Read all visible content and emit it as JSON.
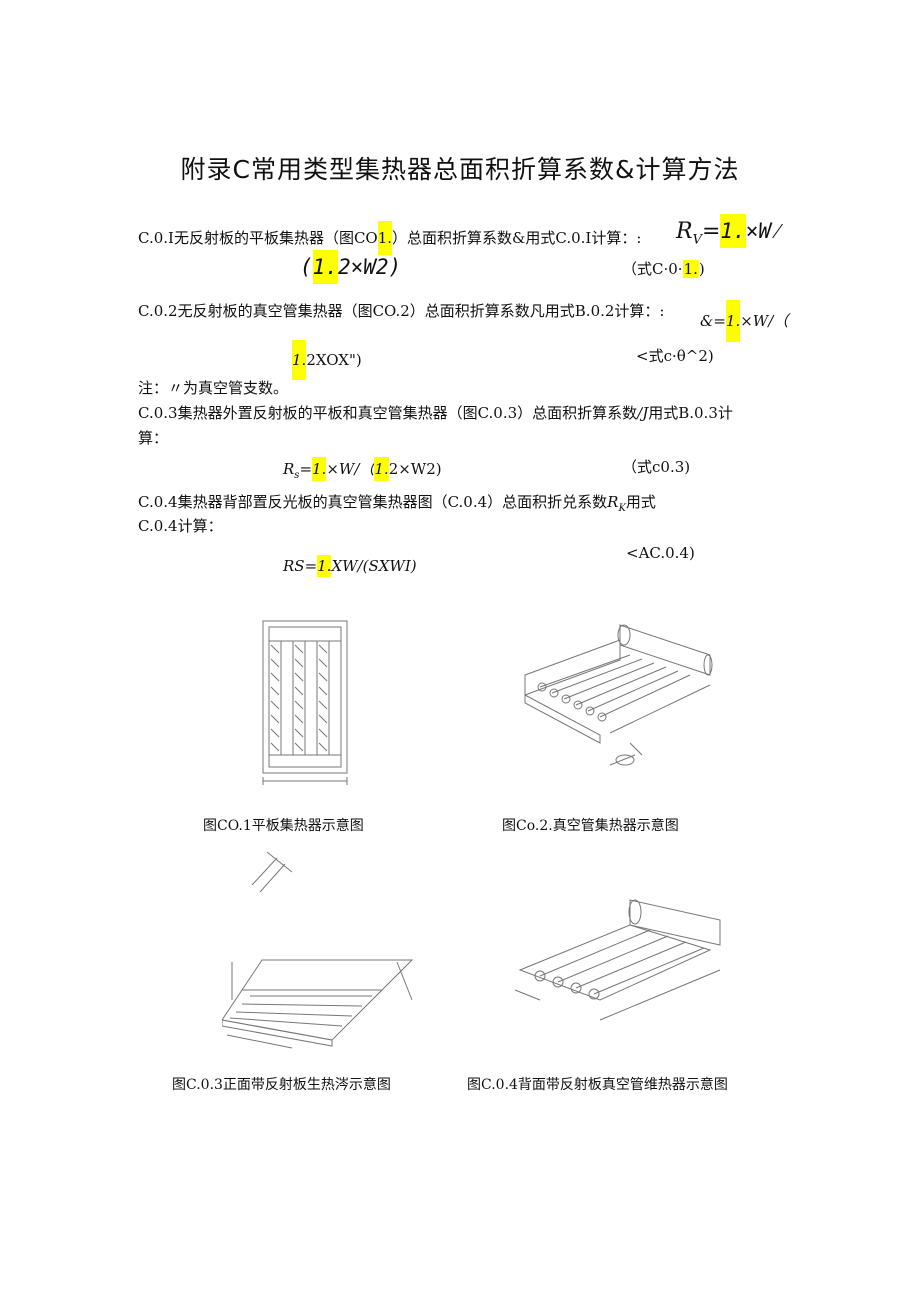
{
  "title": "附录C常用类型集热器总面积折算系数&计算方法",
  "c01": {
    "lead": "C.0.I无反射板的平板集热器（图CO",
    "lead_hl": "1.",
    "lead_tail": "）总面积折算系数&用式C.0.I计算：:",
    "f_rv": "R",
    "f_sub": "V",
    "f_eq": "=",
    "f_one": "1.",
    "f_tail": "×W⁄",
    "line2_open": "(",
    "line2_hl": "1.",
    "line2_tail": "2×W2)",
    "eqno_pre": "（式C·0·",
    "eqno_hl": "1.",
    "eqno_post": ")"
  },
  "c02": {
    "lead": "C.0.2无反射板的真空管集热器（图CO.2）总面积折算系数凡用式B.0.2计算：:",
    "f_pre": "&=",
    "f_hl": "1.",
    "f_tail": "×W/（",
    "line2_hl": "1.",
    "line2_tail": "2XOX\")",
    "eqno": "<式c·θ^2)"
  },
  "note": "注：〃为真空管支数。",
  "c03": {
    "line1": "C.0.3集热器外置反射板的平板和真空管集热器（图C.0.3）总面积折算系数",
    "line1_mid": "∕J",
    "line1_tail": "用式B.0.3计",
    "line2": "算：",
    "f_pre": "R",
    "f_sub": "s",
    "f_eq": "=",
    "f_hl": "1.",
    "f_mid": "×W/（",
    "f_hl2": "1.",
    "f_tail": "2×W2)",
    "eqno": "（式c0.3)"
  },
  "c04": {
    "line1": "C.0.4集热器背部置反光板的真空管集热器图（C.0.4）总面积折兑系数",
    "line1_r": "R",
    "line1_sub": "K",
    "line1_tail": "用式",
    "line2": "C.0.4计算：",
    "f_pre": "RS=",
    "f_hl": "1.",
    "f_tail": "XW/(SXWI)",
    "eqno": "<AC.0.4)"
  },
  "captions": {
    "fig1": "图CO.1平板集热器示意图",
    "fig2": "图Co.2.真空管集热器示意图",
    "fig3": "图C.0.3正面带反射板生热涔示意图",
    "fig4": "图C.0.4背面带反射板真空管维热器示意图"
  }
}
